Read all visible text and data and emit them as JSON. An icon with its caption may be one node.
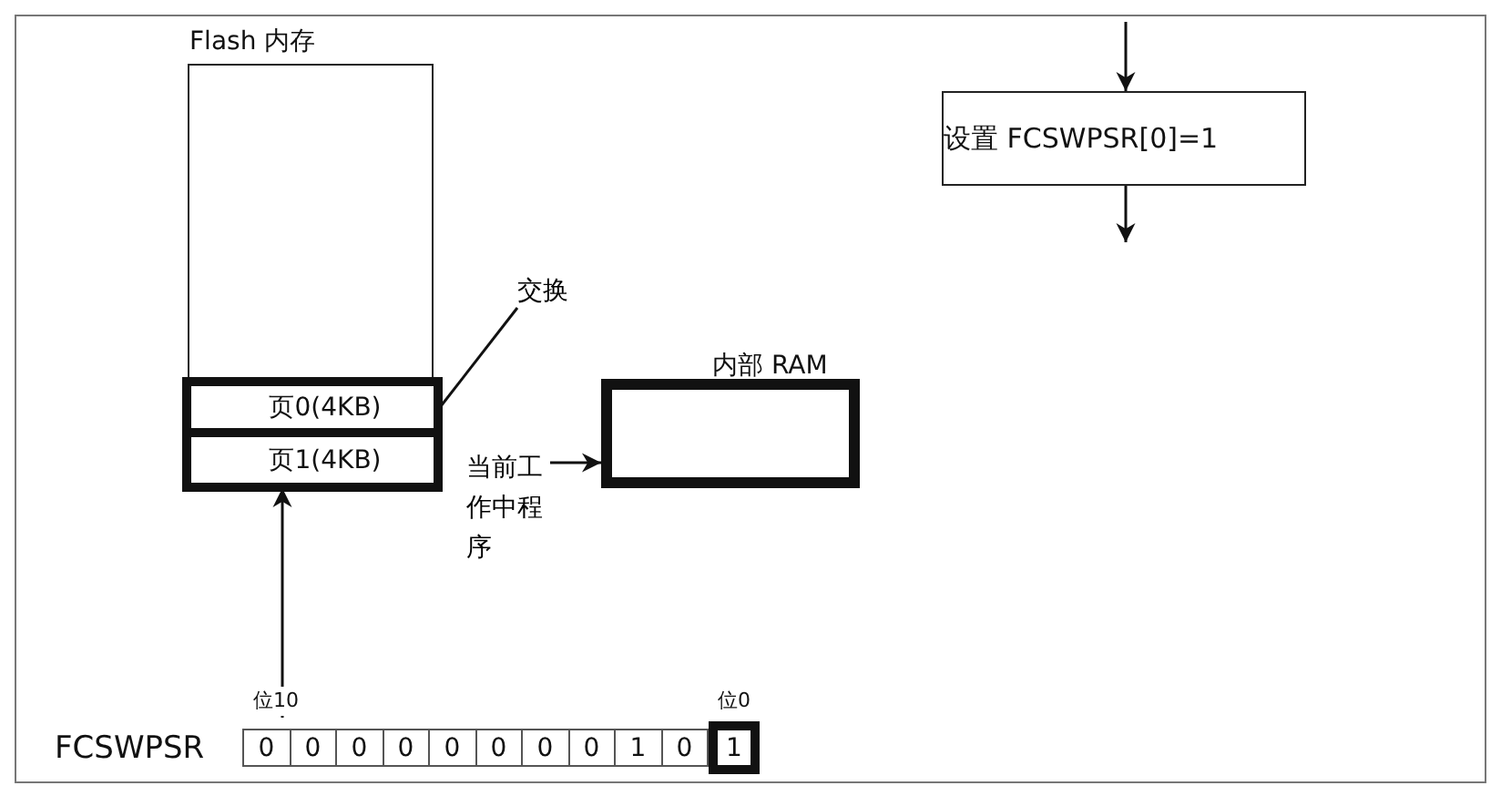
{
  "diagram": {
    "nodes": [
      {
        "text": [
          "Flash 内存"
        ]
      },
      {
        "text": [
          "页0(4KB)"
        ],
        "in": 0
      },
      {
        "text": [
          "页1(4KB)"
        ],
        "in": 0
      },
      {
        "text": [
          "交换"
        ]
      },
      {
        "text": [
          "内部 RAM"
        ]
      },
      {
        "text": [
          "当前工作中程序"
        ]
      },
      {
        "text": [
          "FCSWPSR"
        ]
      },
      {
        "text": [
          "0"
        ],
        "in": 6
      },
      {
        "text": [
          "0"
        ],
        "in": 6
      },
      {
        "text": [
          "0"
        ],
        "in": 6
      },
      {
        "text": [
          "0"
        ],
        "in": 6
      },
      {
        "text": [
          "0"
        ],
        "in": 6
      },
      {
        "text": [
          "0"
        ],
        "in": 6
      },
      {
        "text": [
          "0"
        ],
        "in": 6
      },
      {
        "text": [
          "0"
        ],
        "in": 6
      },
      {
        "text": [
          "1"
        ],
        "in": 6
      },
      {
        "text": [
          "0"
        ],
        "in": 6
      },
      {
        "text": [
          "1"
        ],
        "in": 6
      },
      {
        "text": [
          "设置 FCSWPSR[0]=1"
        ]
      }
    ],
    "edges": [
      {
        "from": 3,
        "to": 1,
        "arrow": "none"
      },
      {
        "from": 5,
        "to": 4,
        "arrow": "to"
      },
      {
        "from": 6,
        "to": 0,
        "arrow": "to"
      },
      {
        "from": null,
        "to": 18,
        "arrow": "to"
      },
      {
        "from": 18,
        "to": null,
        "arrow": "to"
      }
    ],
    "labels": [
      "位10",
      "位0"
    ]
  }
}
